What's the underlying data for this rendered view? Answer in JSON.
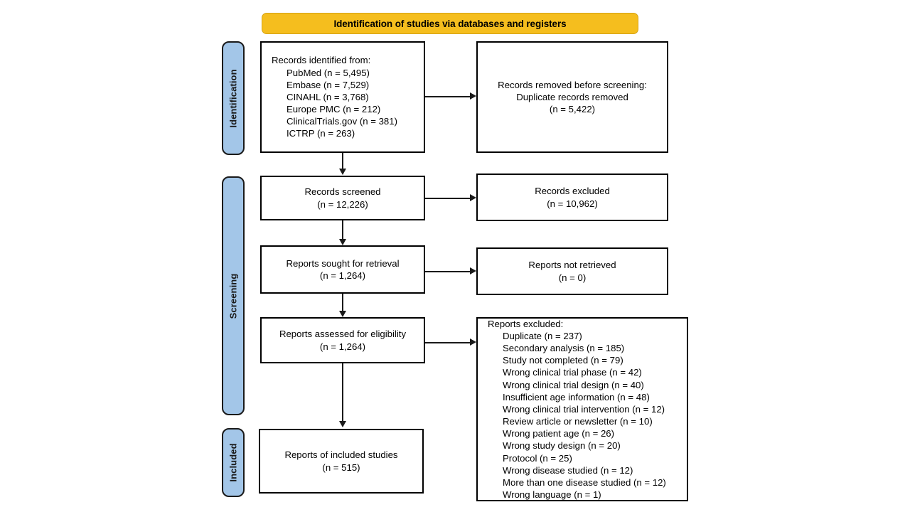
{
  "banner": {
    "title": "Identification of studies via databases and registers"
  },
  "stages": [
    {
      "key": "identification",
      "label": "Identification"
    },
    {
      "key": "screening",
      "label": "Screening"
    },
    {
      "key": "included",
      "label": "Included"
    }
  ],
  "boxes": {
    "records_identified": {
      "lead": "Records identified from:",
      "items": [
        "PubMed (n = 5,495)",
        "Embase (n = 7,529)",
        "CINAHL (n = 3,768)",
        "Europe PMC (n = 212)",
        "ClinicalTrials.gov (n = 381)",
        "ICTRP (n = 263)"
      ]
    },
    "records_removed": {
      "line1": "Records removed before screening:",
      "line2": "Duplicate records removed",
      "line3": "(n = 5,422)"
    },
    "records_screened": {
      "line1": "Records screened",
      "line2": "(n = 12,226)"
    },
    "records_excluded": {
      "line1": "Records excluded",
      "line2": "(n = 10,962)"
    },
    "reports_sought": {
      "line1": "Reports sought for retrieval",
      "line2": "(n = 1,264)"
    },
    "reports_not_retrieved": {
      "line1": "Reports not retrieved",
      "line2": "(n = 0)"
    },
    "reports_assessed": {
      "line1": "Reports assessed for eligibility",
      "line2": "(n = 1,264)"
    },
    "reports_excluded": {
      "lead": "Reports excluded:",
      "items": [
        "Duplicate (n = 237)",
        "Secondary analysis (n = 185)",
        "Study not completed (n = 79)",
        "Wrong clinical trial phase (n = 42)",
        "Wrong clinical trial design (n = 40)",
        "Insufficient age information (n = 48)",
        "Wrong clinical trial intervention (n = 12)",
        "Review article or newsletter (n = 10)",
        "Wrong patient age (n = 26)",
        "Wrong study design (n = 20)",
        "Protocol (n = 25)",
        "Wrong disease studied (n = 12)",
        "More than one disease studied (n = 12)",
        "Wrong language (n = 1)"
      ]
    },
    "reports_included": {
      "line1": "Reports of included studies",
      "line2": "(n = 515)"
    }
  },
  "colors": {
    "banner_fill": "#F5BE1E",
    "stage_fill": "#A3C6E8",
    "box_border": "#000000",
    "connector": "#1a1a1a"
  }
}
